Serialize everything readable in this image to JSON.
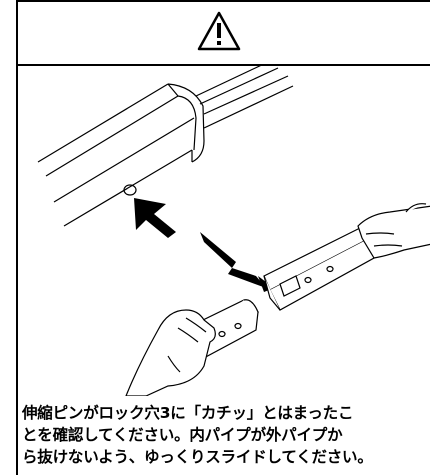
{
  "header": {
    "icon": "warning-triangle-icon"
  },
  "caption": {
    "lines": [
      "伸縮ピンがロック穴3に「カチッ」とはまったこ",
      "とを確認してください。内パイプが外パイプか",
      "ら抜けないよう、ゆっくりスライドしてください。"
    ]
  }
}
